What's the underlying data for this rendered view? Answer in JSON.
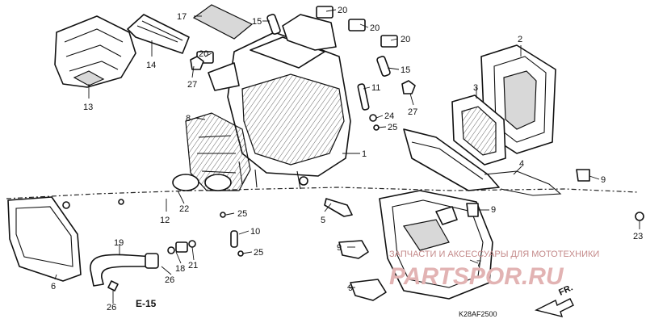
{
  "callouts": [
    "17",
    "15",
    "20",
    "20",
    "20",
    "2",
    "14",
    "20",
    "27",
    "13",
    "11",
    "15",
    "3",
    "27",
    "24",
    "25",
    "8",
    "1",
    "4",
    "9",
    "12",
    "22",
    "25",
    "5",
    "9",
    "23",
    "10",
    "19",
    "25",
    "9",
    "18",
    "21",
    "6",
    "26",
    "7",
    "9",
    "26"
  ],
  "section_ref": "E-15",
  "diagram_code": "K28AF2500",
  "front_label": "FR.",
  "watermark": {
    "caption": "ЗАПЧАСТИ И АКСЕССУАРЫ ДЛЯ МОТОТЕХНИКИ",
    "logo": "PARTSPOR.RU"
  }
}
